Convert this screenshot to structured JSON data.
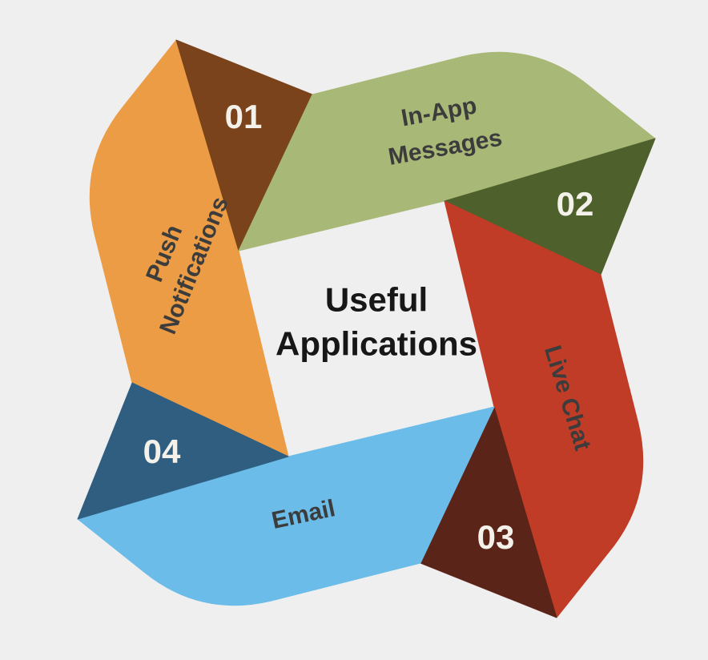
{
  "title": {
    "line1": "Useful",
    "line2": "Applications"
  },
  "colors": {
    "background": "#F0EFEF",
    "title_text": "#171717",
    "label_text": "#3C3C3C",
    "number_text": "#F4F1EA"
  },
  "sections": [
    {
      "number": "01",
      "label": "Push Notifications",
      "lines": [
        "Push",
        "Notifications"
      ],
      "band_color": "#EC9C44",
      "fold_color": "#7A431B"
    },
    {
      "number": "02",
      "label": "In-App Messages",
      "lines": [
        "In-App",
        "Messages"
      ],
      "band_color": "#A8B877",
      "fold_color": "#4E612C"
    },
    {
      "number": "03",
      "label": "Live Chat",
      "lines": [
        "Live Chat"
      ],
      "band_color": "#C03C26",
      "fold_color": "#5B2419"
    },
    {
      "number": "04",
      "label": "Email",
      "lines": [
        "Email"
      ],
      "band_color": "#6BBCE9",
      "fold_color": "#2F5E80"
    }
  ]
}
